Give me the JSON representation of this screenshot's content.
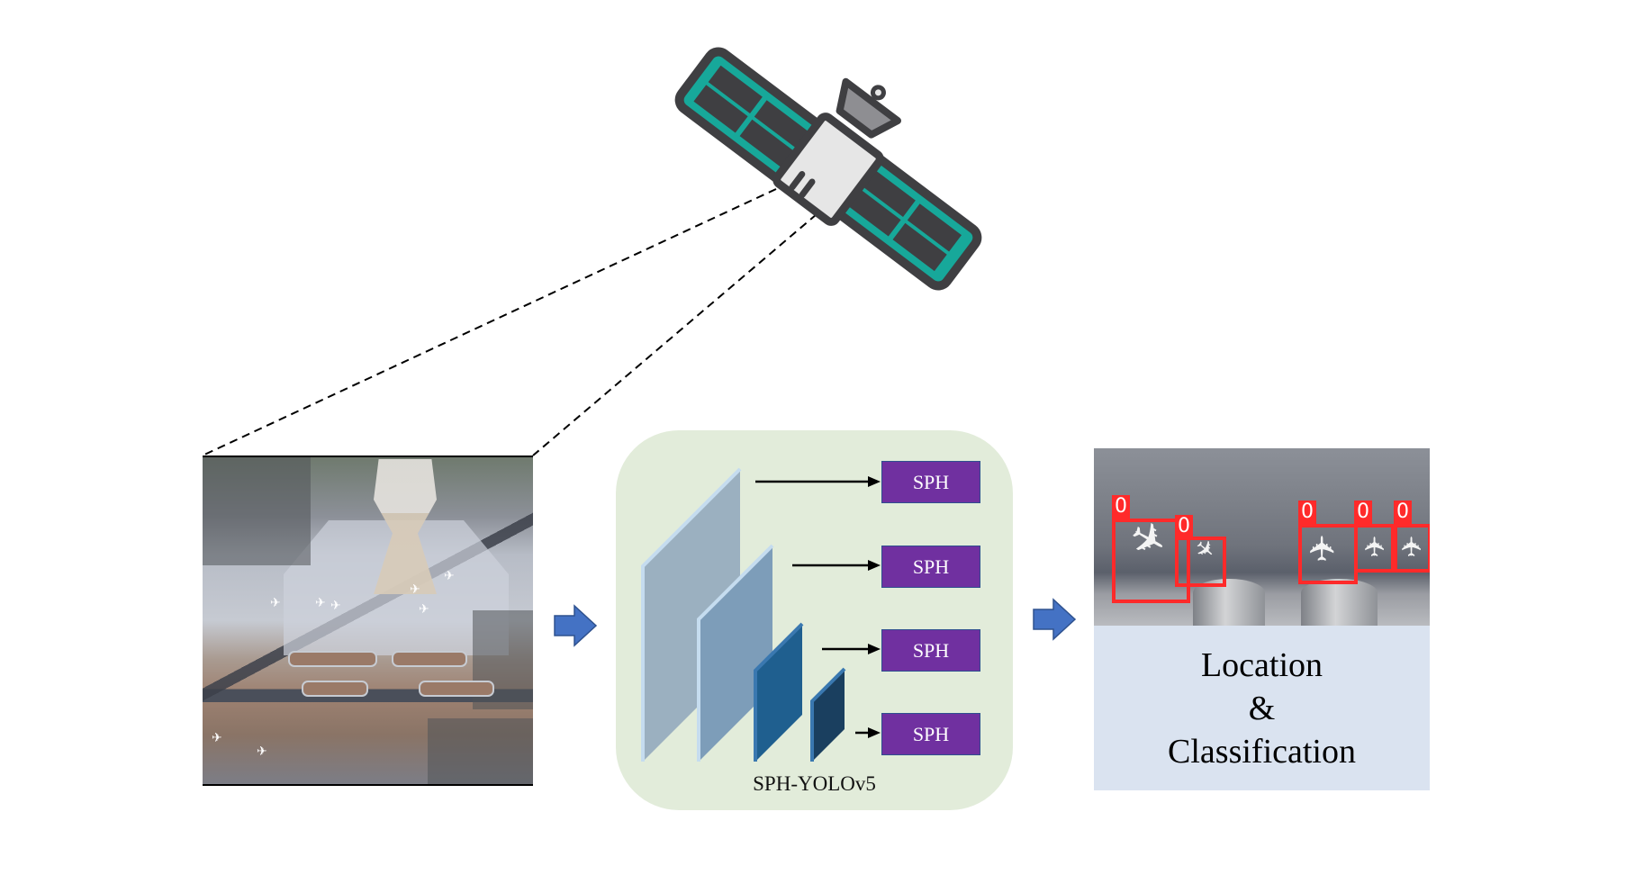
{
  "figure": {
    "title": "SPH-YOLOv5 remote sensing detection pipeline",
    "network": {
      "label": "SPH-YOLOv5",
      "heads": [
        {
          "label": "SPH"
        },
        {
          "label": "SPH"
        },
        {
          "label": "SPH"
        },
        {
          "label": "SPH"
        }
      ],
      "feature_map_colors": [
        "#9bb0c0",
        "#7d9db9",
        "#1f5f8f",
        "#1a3f5f"
      ],
      "box_color": "#e2ecda",
      "head_color": "#7030a0"
    },
    "result": {
      "lines": [
        "Location",
        "&",
        "Classification"
      ],
      "detection_labels": [
        "0",
        "0",
        "0",
        "0",
        "0"
      ],
      "detection_color": "#ff2a2a",
      "panel_color": "#dae3f0"
    },
    "icons": {
      "satellite": "satellite-icon",
      "flow_arrow": "right-arrow-icon",
      "airport_image": "satellite-airport-image"
    },
    "colors": {
      "arrow": "#4472c4",
      "solar_panel": "#17a89a",
      "outline": "#3f3f42"
    }
  }
}
